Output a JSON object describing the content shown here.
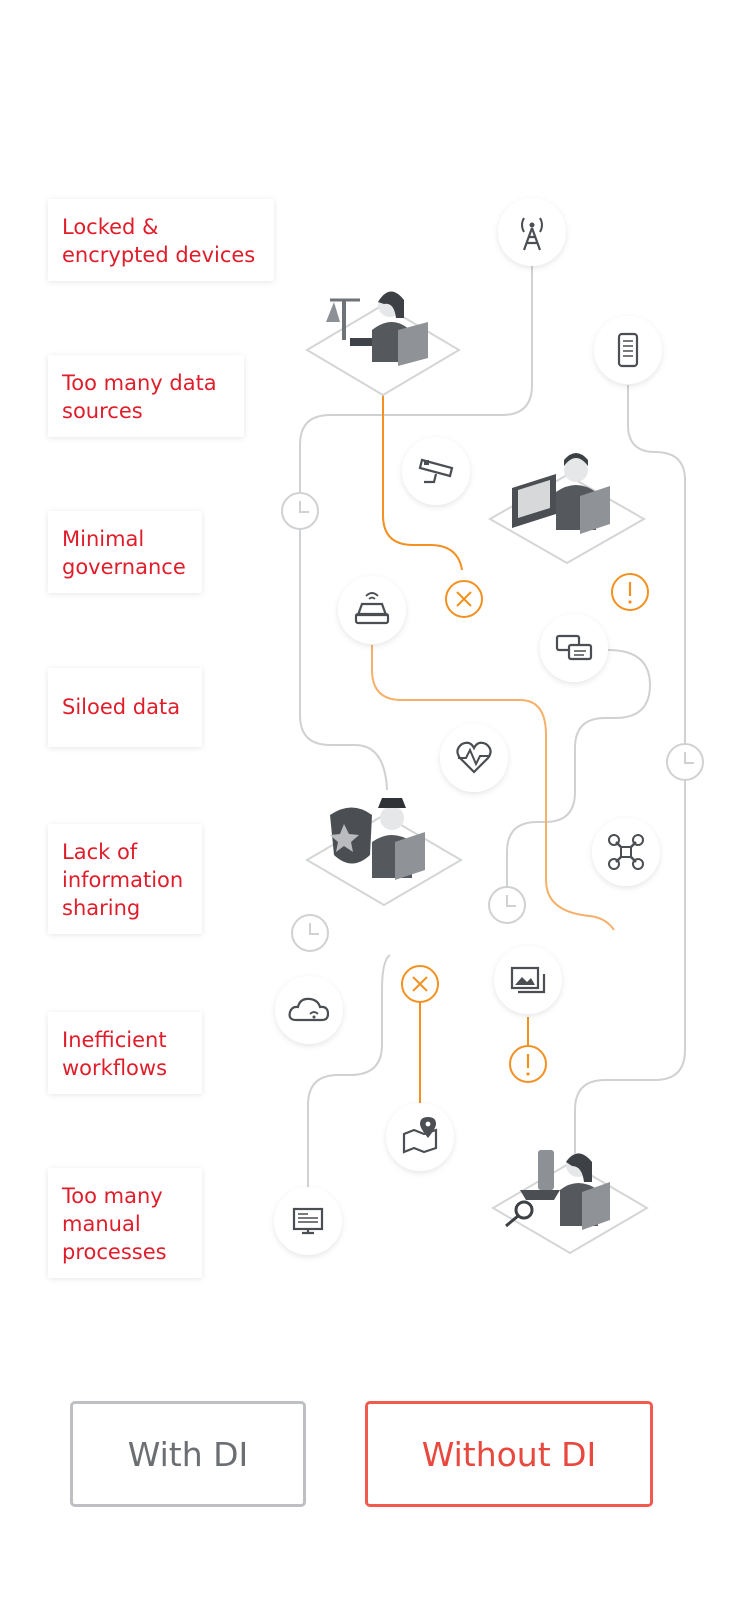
{
  "challenges": [
    {
      "label": "Locked &\nencrypted  devices"
    },
    {
      "label": "Too many data\nsources"
    },
    {
      "label": "Minimal\ngovernance"
    },
    {
      "label": "Siloed data"
    },
    {
      "label": "Lack of\ninformation\nsharing"
    },
    {
      "label": "Inefficient\nworkflows"
    },
    {
      "label": "Too many\nmanual\nprocesses"
    }
  ],
  "toggle": {
    "with_label": "With DI",
    "without_label": "Without DI",
    "selected": "Without DI"
  },
  "colors": {
    "accent": "#e01e2b",
    "warning": "#f29121",
    "neutral_line": "#c9cbcd",
    "icon": "#4b4e52"
  },
  "icons": [
    "cell-tower-icon",
    "mobile-phone-icon",
    "cctv-camera-icon",
    "car-icon",
    "chat-bubbles-icon",
    "heartbeat-icon",
    "drone-icon",
    "cloud-wifi-icon",
    "image-gallery-icon",
    "map-pin-icon",
    "computer-monitor-icon",
    "judge-figure",
    "analyst-figure",
    "police-officer-figure",
    "lab-analyst-figure",
    "clock-icon",
    "error-x-icon",
    "warning-exclamation-icon"
  ]
}
